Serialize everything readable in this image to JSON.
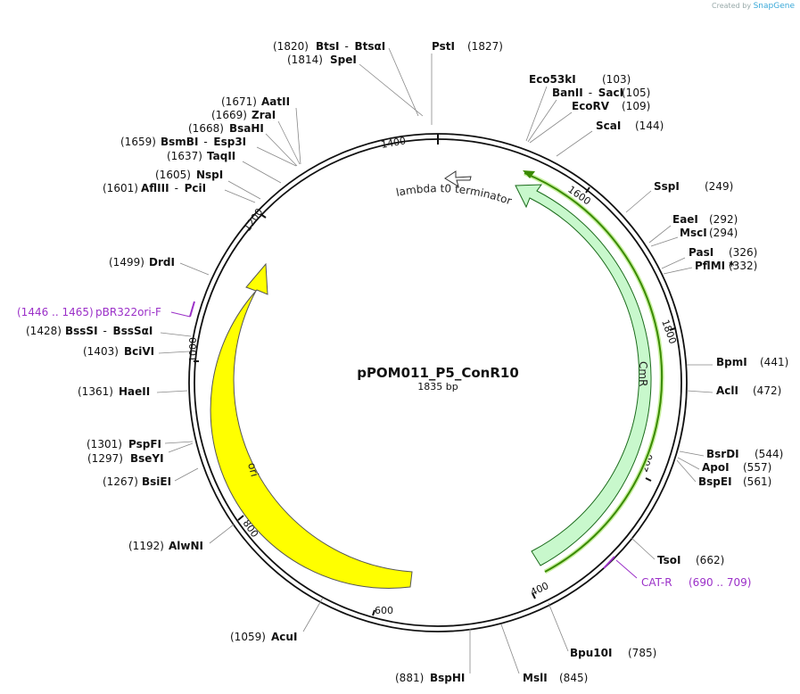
{
  "credit": {
    "prefix": "Created by",
    "brand": "SnapGene"
  },
  "plasmid": {
    "name": "pPOM011_P5_ConR10",
    "length": "1835 bp"
  },
  "ticks": [
    "200",
    "400",
    "600",
    "800",
    "1000",
    "1200",
    "1400",
    "1600",
    "1800"
  ],
  "features": {
    "terminator": "lambda t0 terminator",
    "cmr": "CmR",
    "ori": "ori"
  },
  "sites": [
    {
      "enzyme": "BtsI",
      "pos": "(1820)",
      "extra": "BtsαI"
    },
    {
      "enzyme": "SpeI",
      "pos": "(1814)"
    },
    {
      "enzyme": "PstI",
      "pos": "(1827)"
    },
    {
      "enzyme": "Eco53kI",
      "pos": "(103)"
    },
    {
      "enzyme": "BanII",
      "pos": "(105)",
      "extra": "SacI"
    },
    {
      "enzyme": "EcoRV",
      "pos": "(109)"
    },
    {
      "enzyme": "ScaI",
      "pos": "(144)"
    },
    {
      "enzyme": "SspI",
      "pos": "(249)"
    },
    {
      "enzyme": "EaeI",
      "pos": "(292)"
    },
    {
      "enzyme": "MscI",
      "pos": "(294)"
    },
    {
      "enzyme": "PasI",
      "pos": "(326)"
    },
    {
      "enzyme": "PflMI *",
      "pos": "(332)"
    },
    {
      "enzyme": "BpmI",
      "pos": "(441)"
    },
    {
      "enzyme": "AclI",
      "pos": "(472)"
    },
    {
      "enzyme": "BsrDI",
      "pos": "(544)"
    },
    {
      "enzyme": "ApoI",
      "pos": "(557)"
    },
    {
      "enzyme": "BspEI",
      "pos": "(561)"
    },
    {
      "enzyme": "TsoI",
      "pos": "(662)"
    },
    {
      "enzyme": "Bpu10I",
      "pos": "(785)"
    },
    {
      "enzyme": "MslI",
      "pos": "(845)"
    },
    {
      "enzyme": "BspHI",
      "pos": "(881)"
    },
    {
      "enzyme": "AcuI",
      "pos": "(1059)"
    },
    {
      "enzyme": "AlwNI",
      "pos": "(1192)"
    },
    {
      "enzyme": "BsiEI",
      "pos": "(1267)"
    },
    {
      "enzyme": "BseYI",
      "pos": "(1297)"
    },
    {
      "enzyme": "PspFI",
      "pos": "(1301)"
    },
    {
      "enzyme": "HaeII",
      "pos": "(1361)"
    },
    {
      "enzyme": "BciVI",
      "pos": "(1403)"
    },
    {
      "enzyme": "BssSI",
      "pos": "(1428)",
      "extra": "BssSαI"
    },
    {
      "enzyme": "DrdI",
      "pos": "(1499)"
    },
    {
      "enzyme": "AflIII",
      "pos": "(1601)",
      "extra": "PciI"
    },
    {
      "enzyme": "NspI",
      "pos": "(1605)"
    },
    {
      "enzyme": "TaqII",
      "pos": "(1637)"
    },
    {
      "enzyme": "BsmBI",
      "pos": "(1659)",
      "extra": "Esp3I"
    },
    {
      "enzyme": "BsaHI",
      "pos": "(1668)"
    },
    {
      "enzyme": "ZraI",
      "pos": "(1669)"
    },
    {
      "enzyme": "AatII",
      "pos": "(1671)"
    }
  ],
  "primers": [
    {
      "name": "pBR322ori-F",
      "range": "(1446 .. 1465)"
    },
    {
      "name": "CAT-R",
      "range": "(690 .. 709)"
    }
  ],
  "colors": {
    "ori": "#ffff00",
    "cmr": "#c8f8cc",
    "primer": "#9b30c8",
    "cmrLine": "#3a8a00"
  }
}
